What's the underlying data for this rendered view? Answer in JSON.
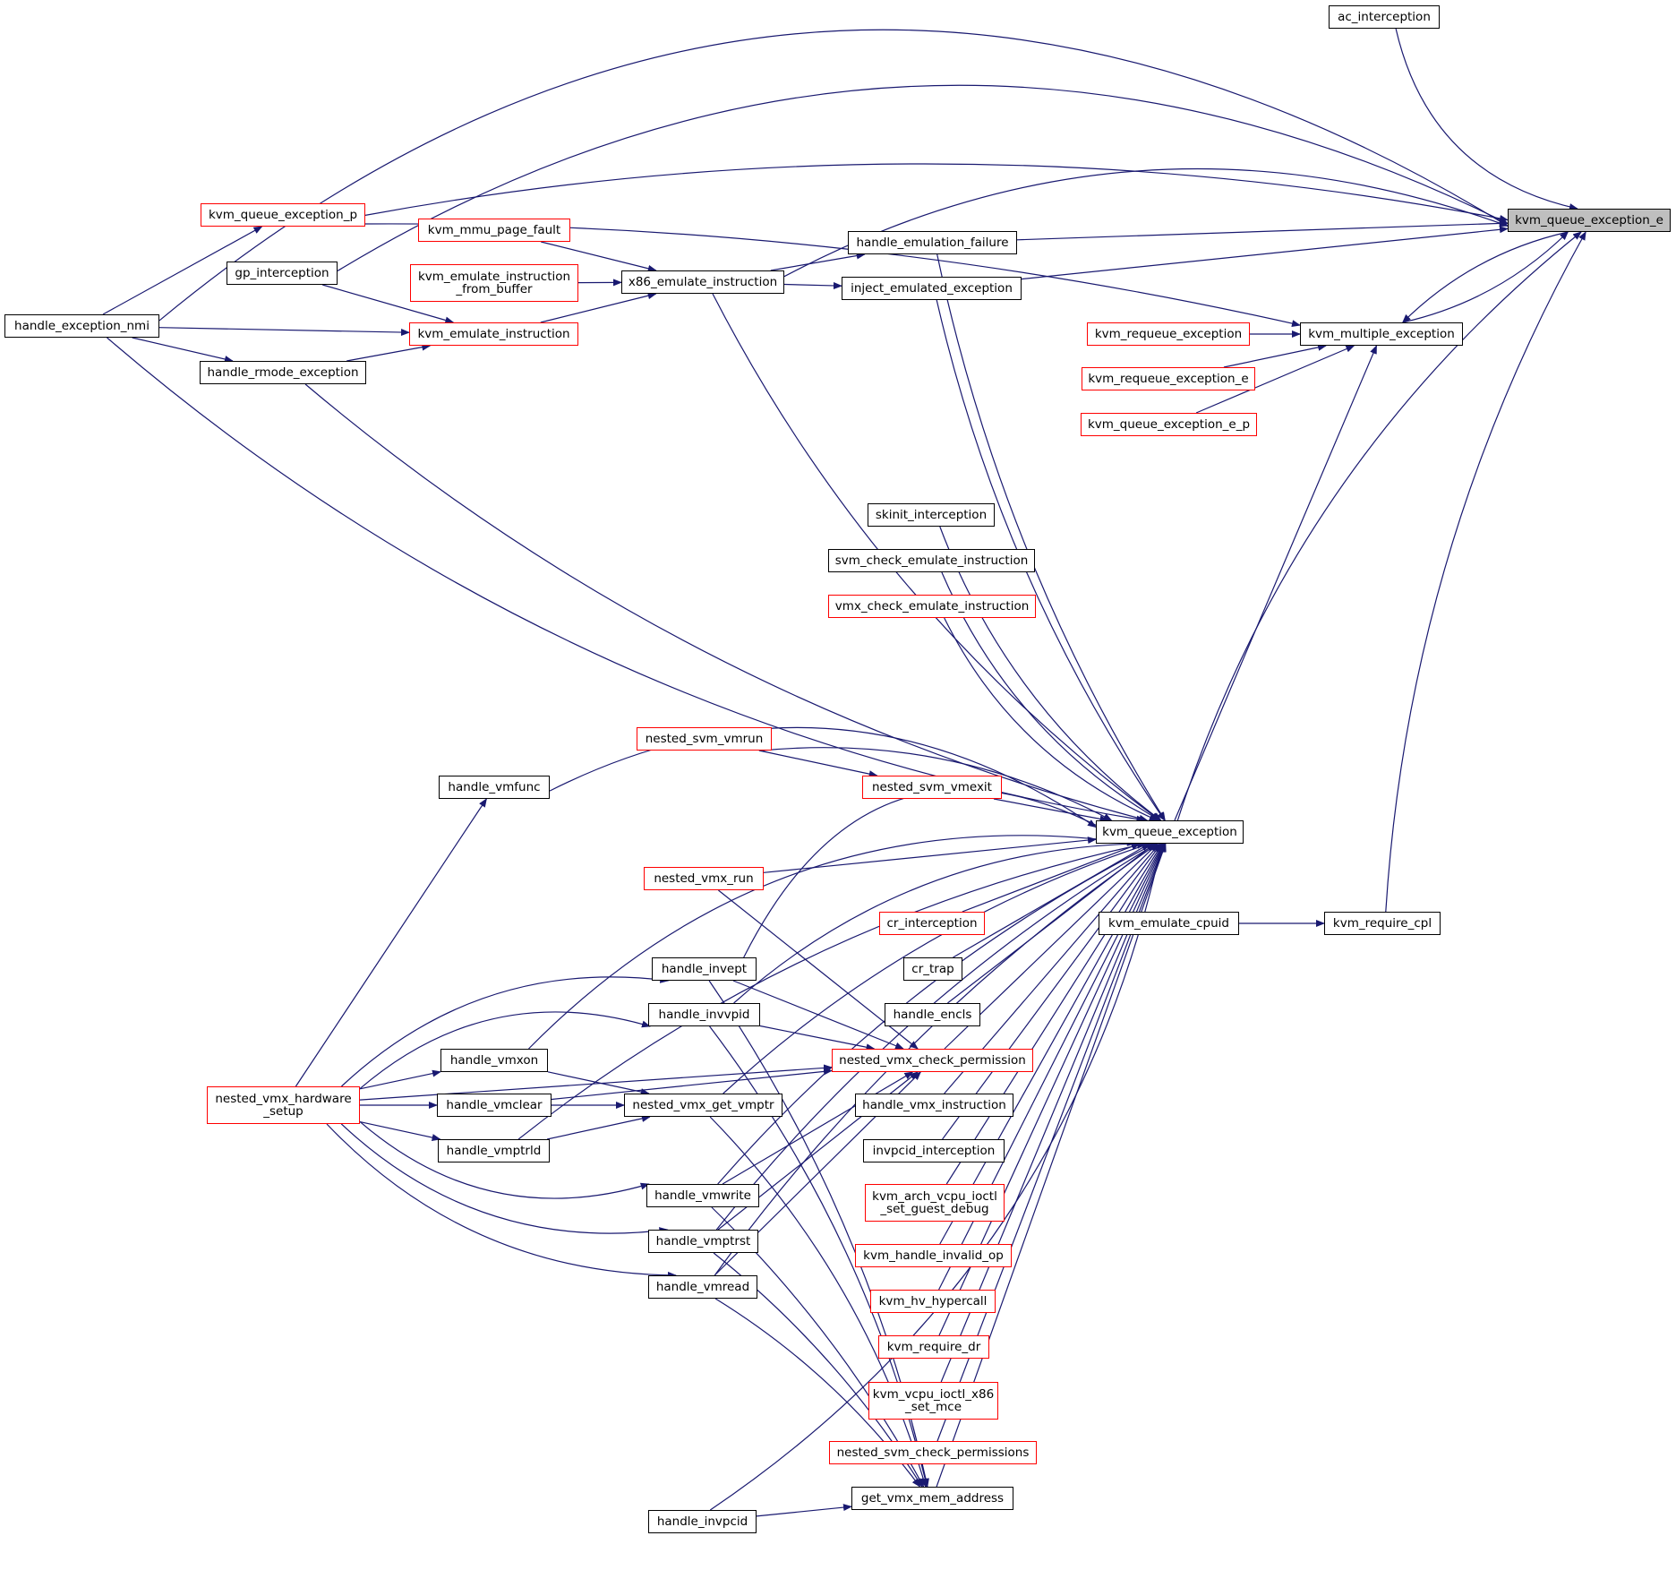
{
  "colors": {
    "edge": "#191970",
    "border_default": "#000000",
    "border_truncated": "#ff0000",
    "root_fill": "#bfbfbf"
  },
  "nodes": {
    "root": "kvm_queue_exception_e",
    "ac_interception": "ac_interception",
    "kvm_queue_exception_p": "kvm_queue_exception_p",
    "kvm_mmu_page_fault": "kvm_mmu_page_fault",
    "handle_emulation_failure": "handle_emulation_failure",
    "gp_interception": "gp_interception",
    "kvm_emulate_instruction_from_buffer": "kvm_emulate_instruction\n_from_buffer",
    "x86_emulate_instruction": "x86_emulate_instruction",
    "inject_emulated_exception": "inject_emulated_exception",
    "handle_exception_nmi": "handle_exception_nmi",
    "kvm_emulate_instruction": "kvm_emulate_instruction",
    "kvm_requeue_exception": "kvm_requeue_exception",
    "kvm_multiple_exception": "kvm_multiple_exception",
    "handle_rmode_exception": "handle_rmode_exception",
    "kvm_requeue_exception_e": "kvm_requeue_exception_e",
    "kvm_queue_exception_e_p": "kvm_queue_exception_e_p",
    "skinit_interception": "skinit_interception",
    "svm_check_emulate_instruction": "svm_check_emulate_instruction",
    "vmx_check_emulate_instruction": "vmx_check_emulate_instruction",
    "nested_svm_vmrun": "nested_svm_vmrun",
    "handle_vmfunc": "handle_vmfunc",
    "nested_svm_vmexit": "nested_svm_vmexit",
    "kvm_queue_exception": "kvm_queue_exception",
    "nested_vmx_run": "nested_vmx_run",
    "cr_interception": "cr_interception",
    "kvm_emulate_cpuid": "kvm_emulate_cpuid",
    "kvm_require_cpl": "kvm_require_cpl",
    "cr_trap": "cr_trap",
    "handle_invept": "handle_invept",
    "handle_encls": "handle_encls",
    "handle_invvpid": "handle_invvpid",
    "nested_vmx_check_permission": "nested_vmx_check_permission",
    "handle_vmxon": "handle_vmxon",
    "nested_vmx_hardware_setup": "nested_vmx_hardware\n_setup",
    "handle_vmclear": "handle_vmclear",
    "nested_vmx_get_vmptr": "nested_vmx_get_vmptr",
    "handle_vmx_instruction": "handle_vmx_instruction",
    "handle_vmptrld": "handle_vmptrld",
    "invpcid_interception": "invpcid_interception",
    "handle_vmwrite": "handle_vmwrite",
    "kvm_arch_vcpu_ioctl_set_guest_debug": "kvm_arch_vcpu_ioctl\n_set_guest_debug",
    "handle_vmptrst": "handle_vmptrst",
    "kvm_handle_invalid_op": "kvm_handle_invalid_op",
    "handle_vmread": "handle_vmread",
    "kvm_hv_hypercall": "kvm_hv_hypercall",
    "kvm_require_dr": "kvm_require_dr",
    "kvm_vcpu_ioctl_x86_set_mce": "kvm_vcpu_ioctl_x86\n_set_mce",
    "nested_svm_check_permissions": "nested_svm_check_permissions",
    "get_vmx_mem_address": "get_vmx_mem_address",
    "handle_invpcid": "handle_invpcid"
  }
}
